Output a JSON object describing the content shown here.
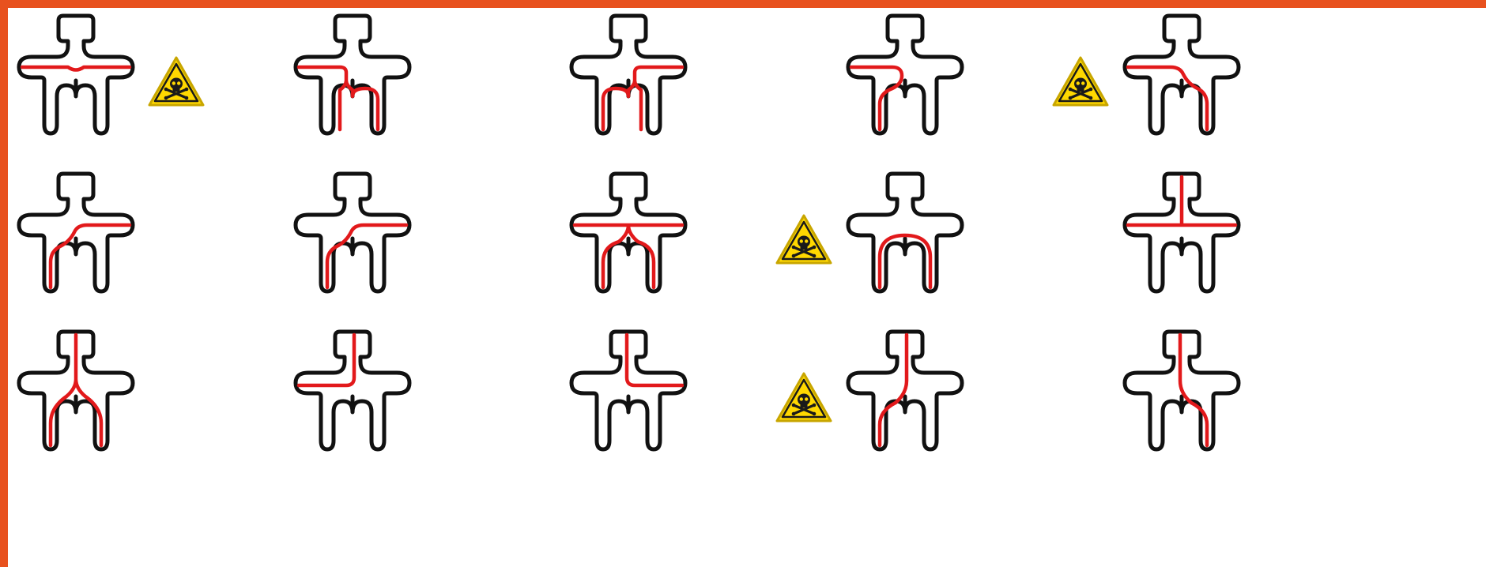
{
  "colors": {
    "frame": "#E8511E",
    "outline": "#111111",
    "current_path": "#E2191B",
    "hazard_fill": "#FFD800",
    "hazard_stroke": "#C8A600"
  },
  "figure_rows": [
    [
      {
        "path": "hand_to_hand",
        "hazard": "right"
      },
      {
        "path": "left_hand_to_both_feet"
      },
      {
        "path": "right_hand_to_both_feet"
      },
      {
        "path": "left_hand_to_left_foot"
      },
      {
        "path": "left_hand_to_right_foot",
        "hazard": "left"
      }
    ],
    [
      {
        "path": "right_hand_to_left_foot"
      },
      {
        "path": "right_hand_to_left_foot"
      },
      {
        "path": "both_hands_to_both_feet"
      },
      {
        "path": "foot_to_foot",
        "hazard": "left"
      },
      {
        "path": "head_to_both_hands"
      }
    ],
    [
      {
        "path": "head_to_both_feet"
      },
      {
        "path": "head_to_left_hand"
      },
      {
        "path": "head_to_right_hand"
      },
      {
        "path": "head_to_left_foot",
        "hazard": "left"
      },
      {
        "path": "head_to_right_foot"
      }
    ]
  ],
  "icons": {
    "hazard": "skull-crossbones-warning-icon"
  }
}
